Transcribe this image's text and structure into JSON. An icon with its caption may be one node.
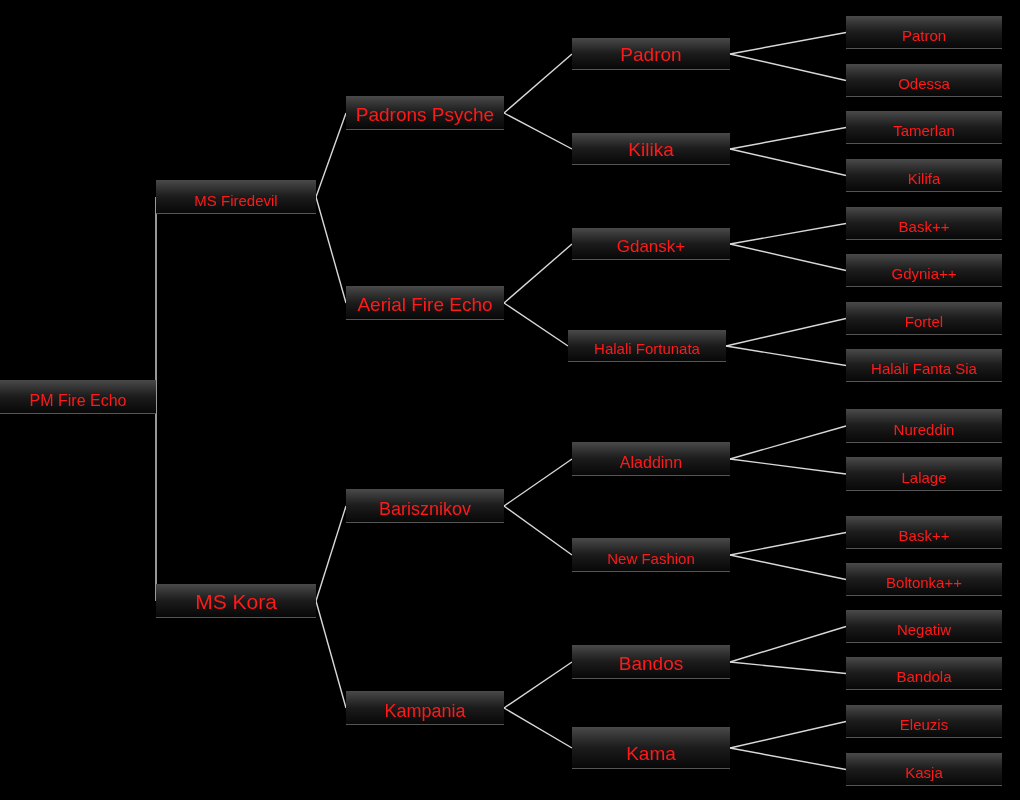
{
  "diagram": {
    "nodes": [
      {
        "text": [
          "PM Fire Echo"
        ]
      },
      {
        "text": [
          "MS Firedevil"
        ]
      },
      {
        "text": [
          "Padrons Psyche"
        ]
      },
      {
        "text": [
          "Padron"
        ]
      },
      {
        "text": [
          "Patron"
        ]
      },
      {
        "text": [
          "Odessa"
        ]
      },
      {
        "text": [
          "Kilika"
        ]
      },
      {
        "text": [
          "Tamerlan"
        ]
      },
      {
        "text": [
          "Kilifa"
        ]
      },
      {
        "text": [
          "Aerial Fire Echo"
        ]
      },
      {
        "text": [
          "Gdansk+"
        ]
      },
      {
        "text": [
          "Bask++"
        ]
      },
      {
        "text": [
          "Gdynia++"
        ]
      },
      {
        "text": [
          "Halali Fortunata"
        ]
      },
      {
        "text": [
          "Fortel"
        ]
      },
      {
        "text": [
          "Halali Fanta Sia"
        ]
      },
      {
        "text": [
          "MS Kora"
        ]
      },
      {
        "text": [
          "Barisznikov"
        ]
      },
      {
        "text": [
          "Aladdinn"
        ]
      },
      {
        "text": [
          "Nureddin"
        ]
      },
      {
        "text": [
          "Lalage"
        ]
      },
      {
        "text": [
          "New Fashion"
        ]
      },
      {
        "text": [
          "Bask++"
        ]
      },
      {
        "text": [
          "Boltonka++"
        ]
      },
      {
        "text": [
          "Kampania"
        ]
      },
      {
        "text": [
          "Bandos"
        ]
      },
      {
        "text": [
          "Negatiw"
        ]
      },
      {
        "text": [
          "Bandola"
        ]
      },
      {
        "text": [
          "Kama"
        ]
      },
      {
        "text": [
          "Eleuzis"
        ]
      },
      {
        "text": [
          "Kasja"
        ]
      }
    ],
    "edges": [
      {
        "from": 0,
        "to": 1,
        "arrow": "none"
      },
      {
        "from": 0,
        "to": 16,
        "arrow": "none"
      },
      {
        "from": 1,
        "to": 2,
        "arrow": "none"
      },
      {
        "from": 1,
        "to": 9,
        "arrow": "none"
      },
      {
        "from": 2,
        "to": 3,
        "arrow": "none"
      },
      {
        "from": 2,
        "to": 6,
        "arrow": "none"
      },
      {
        "from": 3,
        "to": 4,
        "arrow": "none"
      },
      {
        "from": 3,
        "to": 5,
        "arrow": "none"
      },
      {
        "from": 6,
        "to": 7,
        "arrow": "none"
      },
      {
        "from": 6,
        "to": 8,
        "arrow": "none"
      },
      {
        "from": 9,
        "to": 10,
        "arrow": "none"
      },
      {
        "from": 9,
        "to": 13,
        "arrow": "none"
      },
      {
        "from": 10,
        "to": 11,
        "arrow": "none"
      },
      {
        "from": 10,
        "to": 12,
        "arrow": "none"
      },
      {
        "from": 13,
        "to": 14,
        "arrow": "none"
      },
      {
        "from": 13,
        "to": 15,
        "arrow": "none"
      },
      {
        "from": 16,
        "to": 17,
        "arrow": "none"
      },
      {
        "from": 16,
        "to": 24,
        "arrow": "none"
      },
      {
        "from": 17,
        "to": 18,
        "arrow": "none"
      },
      {
        "from": 17,
        "to": 21,
        "arrow": "none"
      },
      {
        "from": 18,
        "to": 19,
        "arrow": "none"
      },
      {
        "from": 18,
        "to": 20,
        "arrow": "none"
      },
      {
        "from": 21,
        "to": 22,
        "arrow": "none"
      },
      {
        "from": 21,
        "to": 23,
        "arrow": "none"
      },
      {
        "from": 24,
        "to": 25,
        "arrow": "none"
      },
      {
        "from": 24,
        "to": 28,
        "arrow": "none"
      },
      {
        "from": 25,
        "to": 26,
        "arrow": "none"
      },
      {
        "from": 25,
        "to": 27,
        "arrow": "none"
      },
      {
        "from": 28,
        "to": 29,
        "arrow": "none"
      },
      {
        "from": 28,
        "to": 30,
        "arrow": "none"
      }
    ]
  }
}
